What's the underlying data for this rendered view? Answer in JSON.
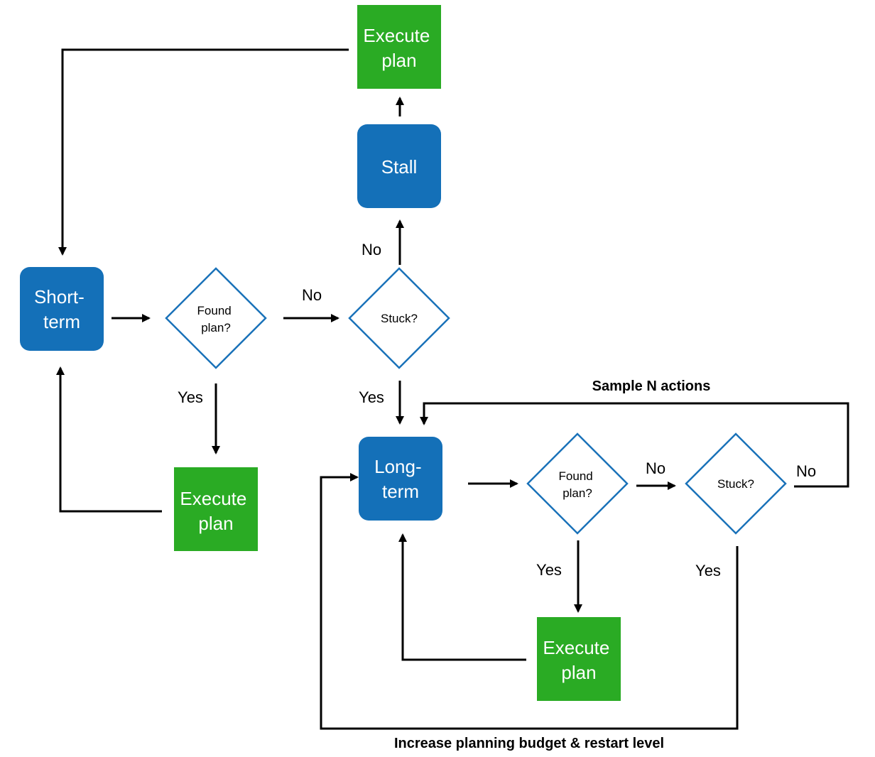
{
  "colors": {
    "process": "#1470b8",
    "action": "#2aab24",
    "decision_stroke": "#1a72b9",
    "edge": "#000000"
  },
  "nodes": {
    "short_term": [
      "Short-",
      "term"
    ],
    "long_term": [
      "Long-",
      "term"
    ],
    "stall": "Stall",
    "execute_plan_top": [
      "Execute",
      "plan"
    ],
    "execute_plan_left": [
      "Execute",
      "plan"
    ],
    "execute_plan_bottom": [
      "Execute",
      "plan"
    ],
    "found_plan_1": [
      "Found",
      "plan?"
    ],
    "found_plan_2": [
      "Found",
      "plan?"
    ],
    "stuck_1": "Stuck?",
    "stuck_2": "Stuck?"
  },
  "edge_labels": {
    "found1_no": "No",
    "found1_yes": "Yes",
    "stuck1_no": "No",
    "stuck1_yes": "Yes",
    "found2_no": "No",
    "found2_yes": "Yes",
    "stuck2_no": "No",
    "stuck2_yes": "Yes",
    "sample_n_actions": "Sample N actions",
    "increase_budget": "Increase planning budget & restart level"
  }
}
